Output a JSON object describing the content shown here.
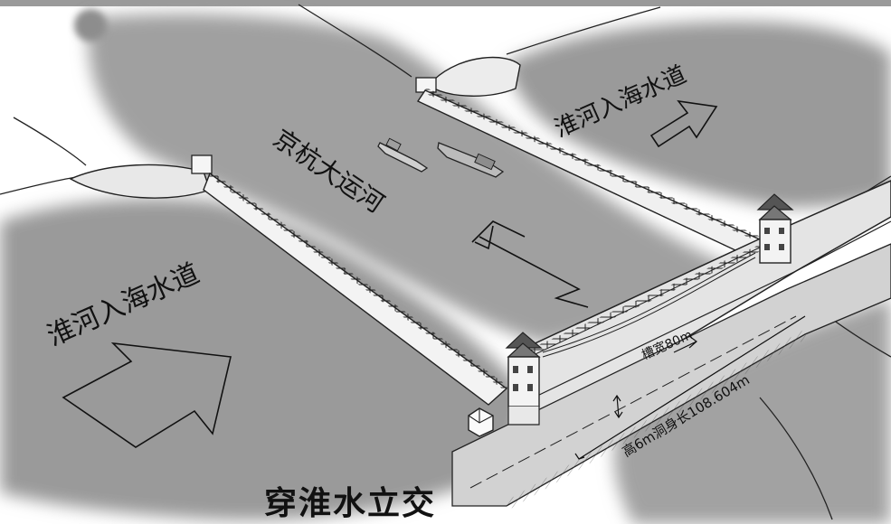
{
  "title": "穿淮水立交",
  "labels": {
    "huaihe_left": "淮河入海水道",
    "huaihe_right": "淮河入海水道",
    "grand_canal": "京杭大运河",
    "trough_width": "槽宽80m",
    "culvert_dims": "高6m洞身长108.604m"
  },
  "colors": {
    "water": "#9a9a9a",
    "water_light": "#cfcfcf",
    "ink": "#111111",
    "paper": "#ffffff"
  }
}
